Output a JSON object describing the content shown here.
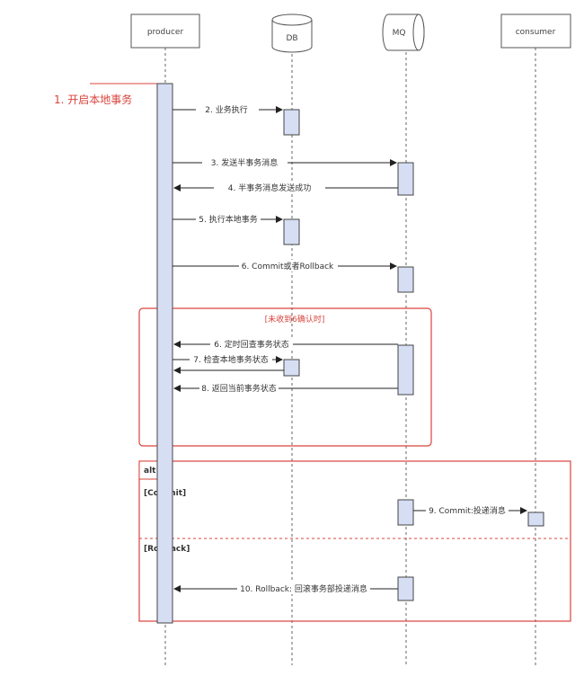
{
  "participants": {
    "producer": "producer",
    "db": "DB",
    "mq": "MQ",
    "consumer": "consumer"
  },
  "annotation": "1. 开启本地事务",
  "messages": {
    "m2": "2. 业务执行",
    "m3": "3. 发送半事务消息",
    "m4": "4. 半事务消息发送成功",
    "m5": "5. 执行本地事务",
    "m6": "6. Commit或者Rollback",
    "m6b": "6. 定时回查事务状态",
    "m7": "7. 检查本地事务状态",
    "m8": "8. 返回当前事务状态",
    "m9": "9. Commit:投递消息",
    "m10": "10. Rollback: 回滚事务部投递消息"
  },
  "frames": {
    "timeout": "[未收到6确认时]",
    "alt": "alt",
    "commit_guard": "[Commit]",
    "rollback_guard": "[Rollback]"
  },
  "colors": {
    "activation_fill": "#d6def4",
    "frame_red": "#d9443c",
    "line": "#333333"
  }
}
